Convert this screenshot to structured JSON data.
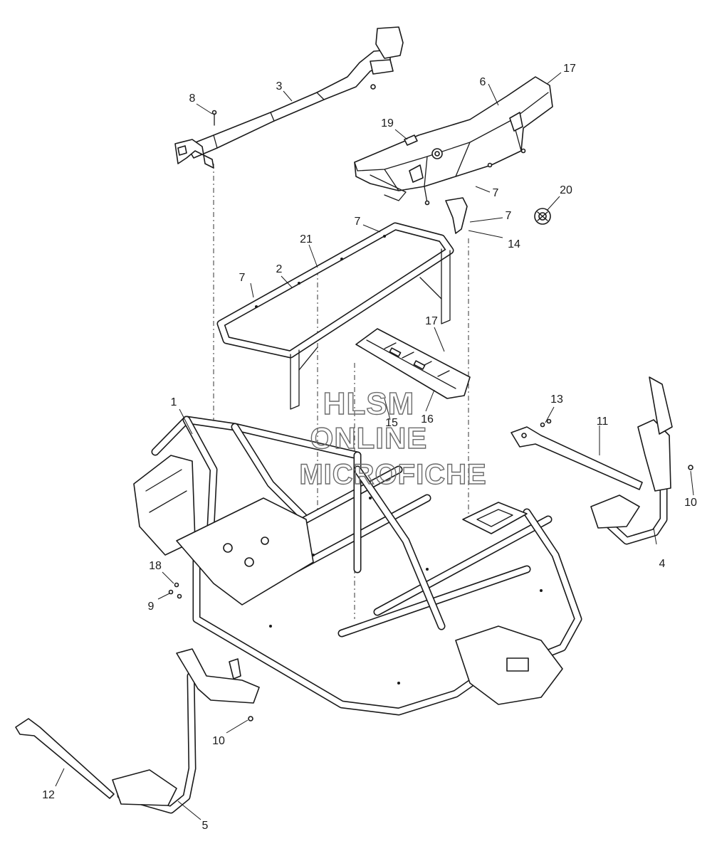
{
  "callouts": [
    {
      "id": "c1",
      "label": "1"
    },
    {
      "id": "c2",
      "label": "2"
    },
    {
      "id": "c3",
      "label": "3"
    },
    {
      "id": "c4",
      "label": "4"
    },
    {
      "id": "c5",
      "label": "5"
    },
    {
      "id": "c6",
      "label": "6"
    },
    {
      "id": "c7a",
      "label": "7"
    },
    {
      "id": "c7b",
      "label": "7"
    },
    {
      "id": "c7c",
      "label": "7"
    },
    {
      "id": "c7d",
      "label": "7"
    },
    {
      "id": "c8",
      "label": "8"
    },
    {
      "id": "c9",
      "label": "9"
    },
    {
      "id": "c10a",
      "label": "10"
    },
    {
      "id": "c10b",
      "label": "10"
    },
    {
      "id": "c11",
      "label": "11"
    },
    {
      "id": "c12",
      "label": "12"
    },
    {
      "id": "c13",
      "label": "13"
    },
    {
      "id": "c14",
      "label": "14"
    },
    {
      "id": "c15",
      "label": "15"
    },
    {
      "id": "c16",
      "label": "16"
    },
    {
      "id": "c17a",
      "label": "17"
    },
    {
      "id": "c17b",
      "label": "17"
    },
    {
      "id": "c18",
      "label": "18"
    },
    {
      "id": "c19",
      "label": "19"
    },
    {
      "id": "c20",
      "label": "20"
    },
    {
      "id": "c21",
      "label": "21"
    }
  ],
  "watermark": {
    "line1": "HLSM",
    "line2": "ONLINE",
    "line3": "MICROFICHE",
    "color": "#6b6b6b"
  },
  "colors": {
    "line": "#1a1a1a",
    "background": "#ffffff"
  }
}
